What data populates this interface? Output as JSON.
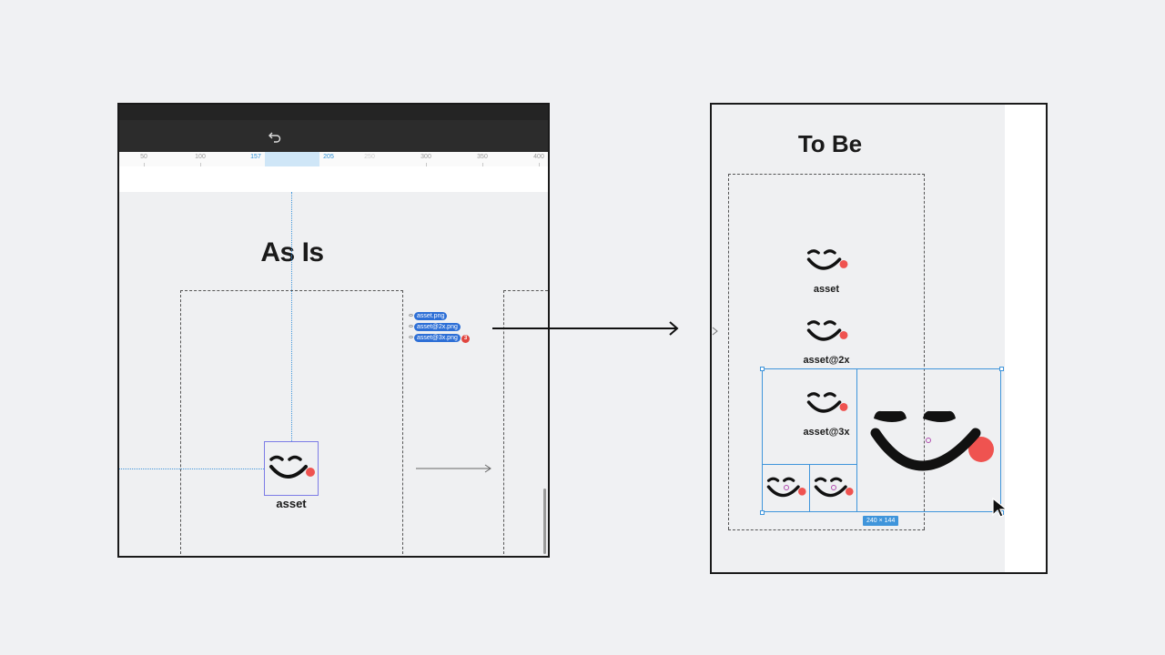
{
  "left_panel": {
    "title": "As Is",
    "ruler_ticks": [
      "50",
      "100",
      "157",
      "205",
      "250",
      "300",
      "350",
      "400"
    ],
    "asset_label": "asset",
    "file_pills": [
      "asset.png",
      "asset@2x.png",
      "asset@3x.png"
    ],
    "badge_count": "3",
    "icons": [
      "undo-icon",
      "face-icon",
      "eye-icon",
      "arrow-right-icon"
    ]
  },
  "right_panel": {
    "title": "To Be",
    "asset_labels": [
      "asset",
      "asset@2x",
      "asset@3x"
    ],
    "selection_size": "240 × 144",
    "icons": [
      "face-icon",
      "cursor-icon"
    ]
  },
  "colors": {
    "accent_blue": "#3f95db",
    "pill_blue": "#2d6fd6",
    "tongue_red": "#ef5350",
    "frame_purple": "#7c7ce6",
    "badge_red": "#e0453f"
  }
}
